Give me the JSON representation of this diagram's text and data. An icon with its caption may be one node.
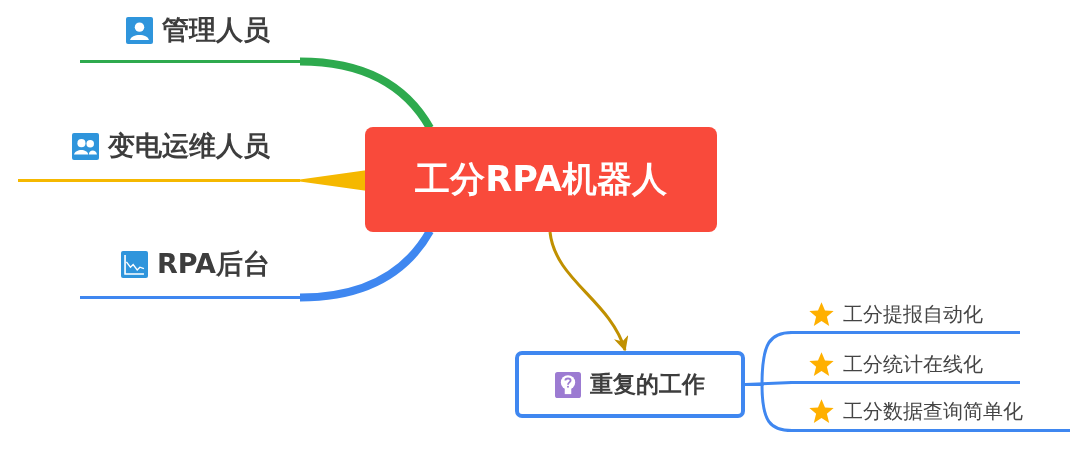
{
  "diagram": {
    "nodes": [
      {
        "text": [
          "工分RPA机器人"
        ]
      },
      {
        "text": [
          "管理人员"
        ]
      },
      {
        "text": [
          "变电运维人员"
        ]
      },
      {
        "text": [
          "RPA后台"
        ]
      },
      {
        "text": [
          "重复的工作"
        ]
      },
      {
        "text": [
          "工分提报自动化"
        ]
      },
      {
        "text": [
          "工分统计在线化"
        ]
      },
      {
        "text": [
          "工分数据查询简单化"
        ]
      }
    ],
    "edges": [
      {
        "from": 0,
        "to": 1,
        "arrow": "none",
        "style": "thick",
        "color": "#2eaa4e"
      },
      {
        "from": 0,
        "to": 2,
        "arrow": "none",
        "style": "thick",
        "color": "#f5b800"
      },
      {
        "from": 0,
        "to": 3,
        "arrow": "none",
        "style": "thick",
        "color": "#3f87f0"
      },
      {
        "from": 0,
        "to": 4,
        "arrow": "to",
        "color": "#c09000"
      },
      {
        "from": 4,
        "to": 5,
        "arrow": "none",
        "color": "#3f87f0"
      },
      {
        "from": 4,
        "to": 6,
        "arrow": "none",
        "color": "#3f87f0"
      },
      {
        "from": 4,
        "to": 7,
        "arrow": "none",
        "color": "#3f87f0"
      }
    ]
  }
}
